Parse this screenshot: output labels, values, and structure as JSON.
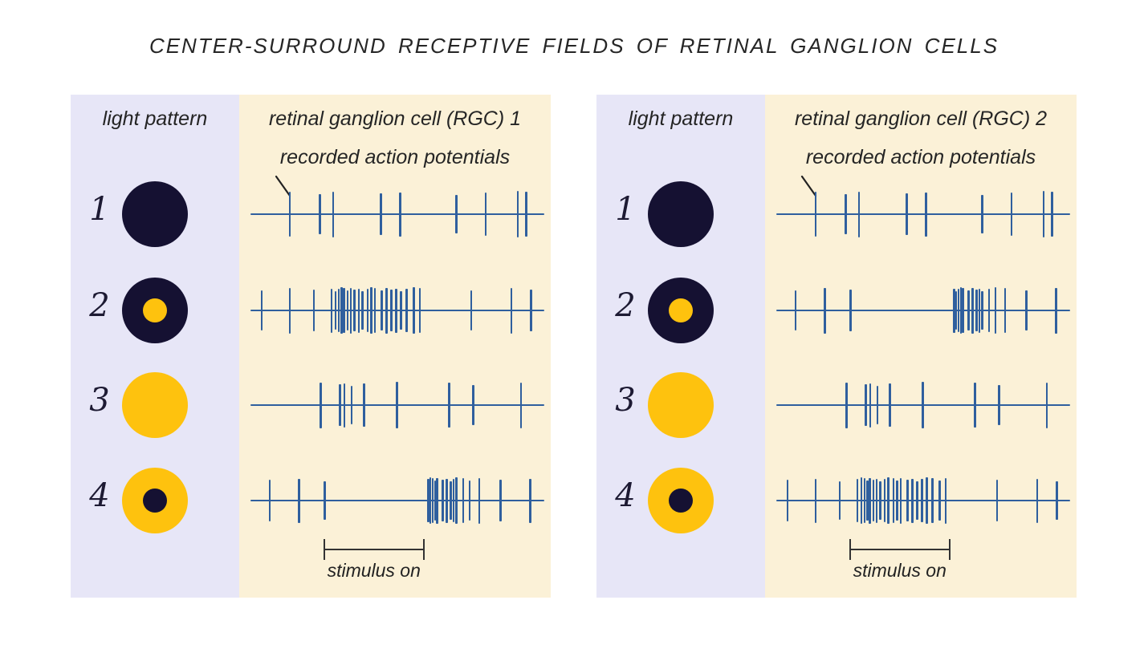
{
  "title": "CENTER-SURROUND RECEPTIVE FIELDS OF RETINAL GANGLION CELLS",
  "colors": {
    "lavender": "#e7e6f7",
    "cream": "#fbf1d7",
    "navy": "#151132",
    "yellow": "#fec20e",
    "spike_blue": "#2f5f9e",
    "ink": "#2b2b2b"
  },
  "panels": [
    {
      "light_header": "light pattern",
      "trace_header": "retinal ganglion cell (RGC) 1",
      "trace_subheader": "recorded action potentials",
      "stimulus_label": "stimulus on",
      "stimulus_window": {
        "start": 0.247,
        "end": 0.596
      },
      "rows": [
        {
          "number": "1",
          "pattern": {
            "outer": "navy",
            "inner": null
          },
          "spikes": [
            0.131,
            0.234,
            0.28,
            0.446,
            0.512,
            0.707,
            0.808,
            0.92,
            0.948
          ]
        },
        {
          "number": "2",
          "pattern": {
            "outer": "navy",
            "inner": "yellow"
          },
          "spikes": [
            0.033,
            0.131,
            0.214,
            0.275,
            0.289,
            0.3,
            0.309,
            0.318,
            0.331,
            0.342,
            0.354,
            0.37,
            0.382,
            0.4,
            0.412,
            0.425,
            0.448,
            0.465,
            0.482,
            0.498,
            0.516,
            0.535,
            0.56,
            0.581,
            0.758,
            0.897,
            0.966
          ]
        },
        {
          "number": "3",
          "pattern": {
            "outer": "yellow",
            "inner": null
          },
          "spikes": [
            0.237,
            0.304,
            0.32,
            0.345,
            0.387,
            0.501,
            0.682,
            0.766,
            0.93
          ]
        },
        {
          "number": "4",
          "pattern": {
            "outer": "yellow",
            "inner": "navy"
          },
          "spikes": [
            0.061,
            0.163,
            0.252,
            0.609,
            0.617,
            0.625,
            0.633,
            0.641,
            0.66,
            0.674,
            0.688,
            0.697,
            0.707,
            0.73,
            0.753,
            0.786,
            0.86,
            0.962
          ]
        }
      ]
    },
    {
      "light_header": "light pattern",
      "trace_header": "retinal ganglion cell (RGC) 2",
      "trace_subheader": "recorded action potentials",
      "stimulus_label": "stimulus on",
      "stimulus_window": {
        "start": 0.247,
        "end": 0.596
      },
      "rows": [
        {
          "number": "1",
          "pattern": {
            "outer": "navy",
            "inner": null
          },
          "spikes": [
            0.131,
            0.234,
            0.28,
            0.446,
            0.512,
            0.707,
            0.808,
            0.92,
            0.948
          ]
        },
        {
          "number": "2",
          "pattern": {
            "outer": "navy",
            "inner": "yellow"
          },
          "spikes": [
            0.061,
            0.163,
            0.252,
            0.609,
            0.617,
            0.625,
            0.633,
            0.641,
            0.66,
            0.674,
            0.688,
            0.697,
            0.707,
            0.73,
            0.753,
            0.786,
            0.86,
            0.962
          ]
        },
        {
          "number": "3",
          "pattern": {
            "outer": "yellow",
            "inner": null
          },
          "spikes": [
            0.237,
            0.304,
            0.32,
            0.345,
            0.387,
            0.501,
            0.682,
            0.766,
            0.93
          ]
        },
        {
          "number": "4",
          "pattern": {
            "outer": "yellow",
            "inner": "navy"
          },
          "spikes": [
            0.033,
            0.131,
            0.214,
            0.275,
            0.289,
            0.3,
            0.309,
            0.318,
            0.331,
            0.342,
            0.354,
            0.37,
            0.382,
            0.4,
            0.412,
            0.425,
            0.448,
            0.465,
            0.482,
            0.498,
            0.516,
            0.535,
            0.56,
            0.581,
            0.758,
            0.897,
            0.966
          ]
        }
      ]
    }
  ]
}
